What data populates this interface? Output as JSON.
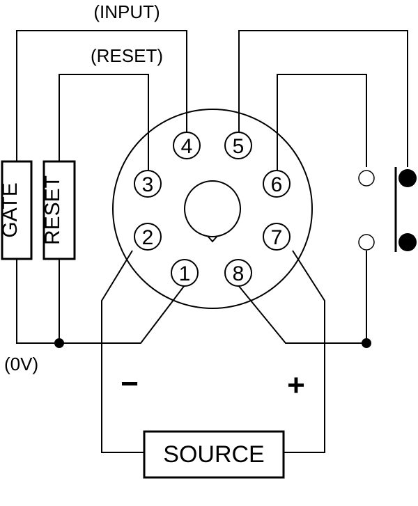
{
  "labels": {
    "input": "(INPUT)",
    "reset": "(RESET)",
    "zero_v": "(0V)",
    "minus": "−",
    "plus": "+"
  },
  "boxes": {
    "gate": "GATE",
    "reset": "RESET",
    "source": "SOURCE"
  },
  "pins": [
    "1",
    "2",
    "3",
    "4",
    "5",
    "6",
    "7",
    "8"
  ]
}
